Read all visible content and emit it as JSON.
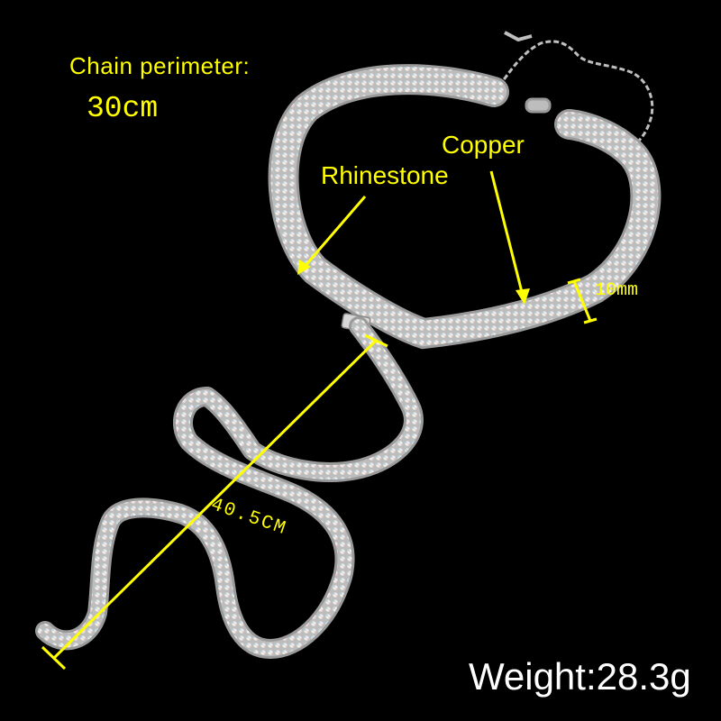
{
  "labels": {
    "chain_perimeter_label": "Chain perimeter:",
    "chain_perimeter_value": "30cm",
    "copper": "Copper",
    "rhinestone": "Rhinestone",
    "width": "10mm",
    "length": "40.5CM",
    "weight": "Weight:28.3g"
  },
  "colors": {
    "background": "#000000",
    "annotation": "#ffff00",
    "weight_text": "#ffffff",
    "chain_silver": "#c8c8c8",
    "stone_iridescent": "#e6e2d6"
  }
}
